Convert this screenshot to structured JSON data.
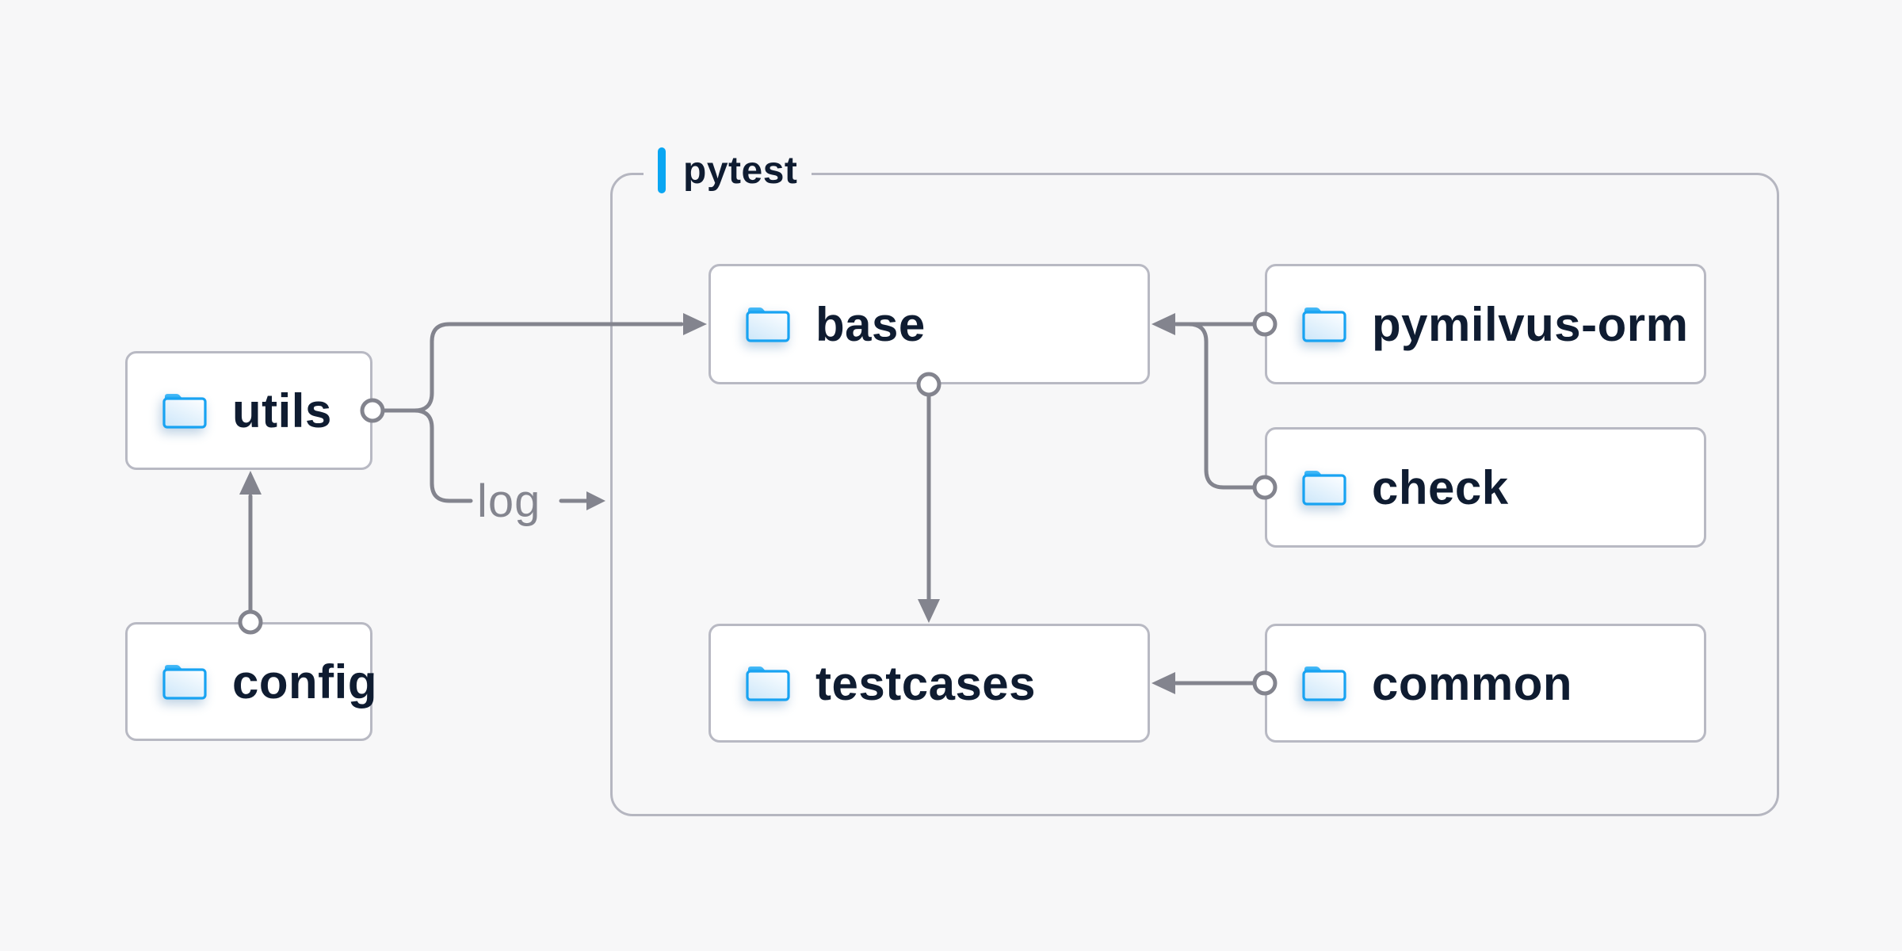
{
  "diagram": {
    "group": {
      "label": "pytest"
    },
    "nodes": {
      "utils": {
        "label": "utils"
      },
      "config": {
        "label": "config"
      },
      "base": {
        "label": "base"
      },
      "pymilvus_orm": {
        "label": "pymilvus-orm"
      },
      "check": {
        "label": "check"
      },
      "testcases": {
        "label": "testcases"
      },
      "common": {
        "label": "common"
      }
    },
    "edge_labels": {
      "log": "log"
    },
    "edges": [
      {
        "from": "config",
        "to": "utils"
      },
      {
        "from": "utils",
        "to": "base"
      },
      {
        "from": "utils",
        "to": "pytest-group",
        "label": "log"
      },
      {
        "from": "pymilvus-orm",
        "to": "base"
      },
      {
        "from": "check",
        "to": "base"
      },
      {
        "from": "base",
        "to": "testcases"
      },
      {
        "from": "common",
        "to": "testcases"
      }
    ],
    "icons": {
      "node_icon": "folder-icon",
      "log_arrow_glyph": "→"
    },
    "colors": {
      "background": "#f7f7f8",
      "node_background": "#ffffff",
      "node_border": "#b8b9c3",
      "group_border": "#b5b6c0",
      "connector_gray": "#83848e",
      "accent_blue": "#0aa6f2",
      "folder_blue": "#18a3f2",
      "text_navy": "#0f1c31",
      "edge_label_gray": "#84858f"
    }
  }
}
